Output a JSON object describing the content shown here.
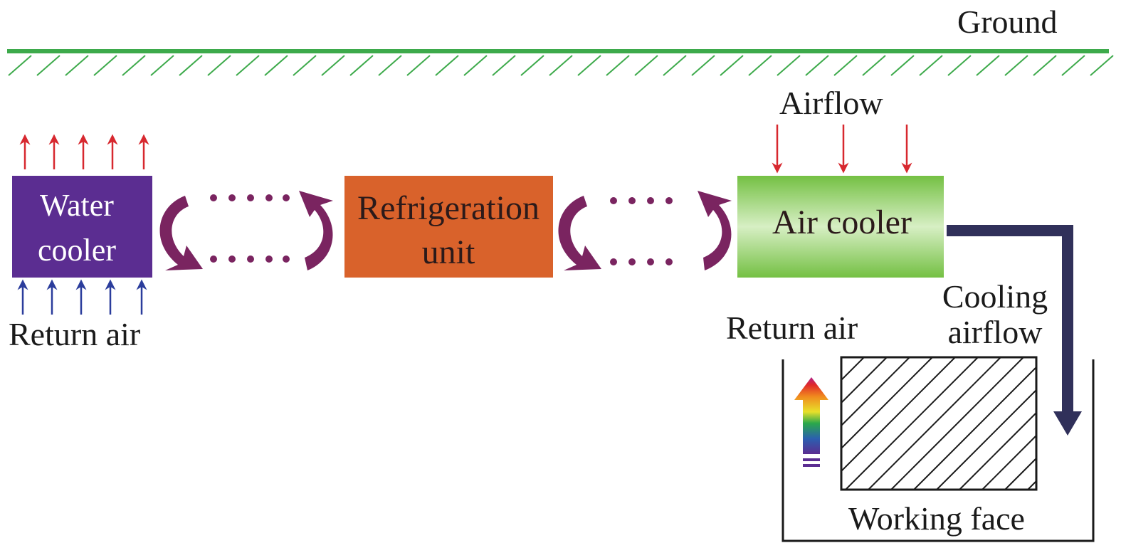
{
  "labels": {
    "ground": "Ground",
    "airflow": "Airflow",
    "return_air_left": "Return air",
    "return_air_right": "Return air",
    "cooling_airflow_line1": "Cooling",
    "cooling_airflow_line2": "airflow",
    "working_face": "Working face"
  },
  "boxes": {
    "water_cooler": {
      "line1": "Water",
      "line2": "cooler",
      "color": "#5b2d91"
    },
    "refrigeration_unit": {
      "line1": "Refrigeration",
      "line2": "unit",
      "color": "#d9622b"
    },
    "air_cooler": {
      "line1": "Air cooler",
      "color": "#7cc34f"
    }
  },
  "colors": {
    "ground_line": "#3daa4b",
    "cycle_arrow": "#7a2460",
    "hot_arrow": "#d7282f",
    "cold_arrow": "#2b3d9c",
    "cooling_duct": "#30305a",
    "hatch": "#1a1a1a"
  }
}
